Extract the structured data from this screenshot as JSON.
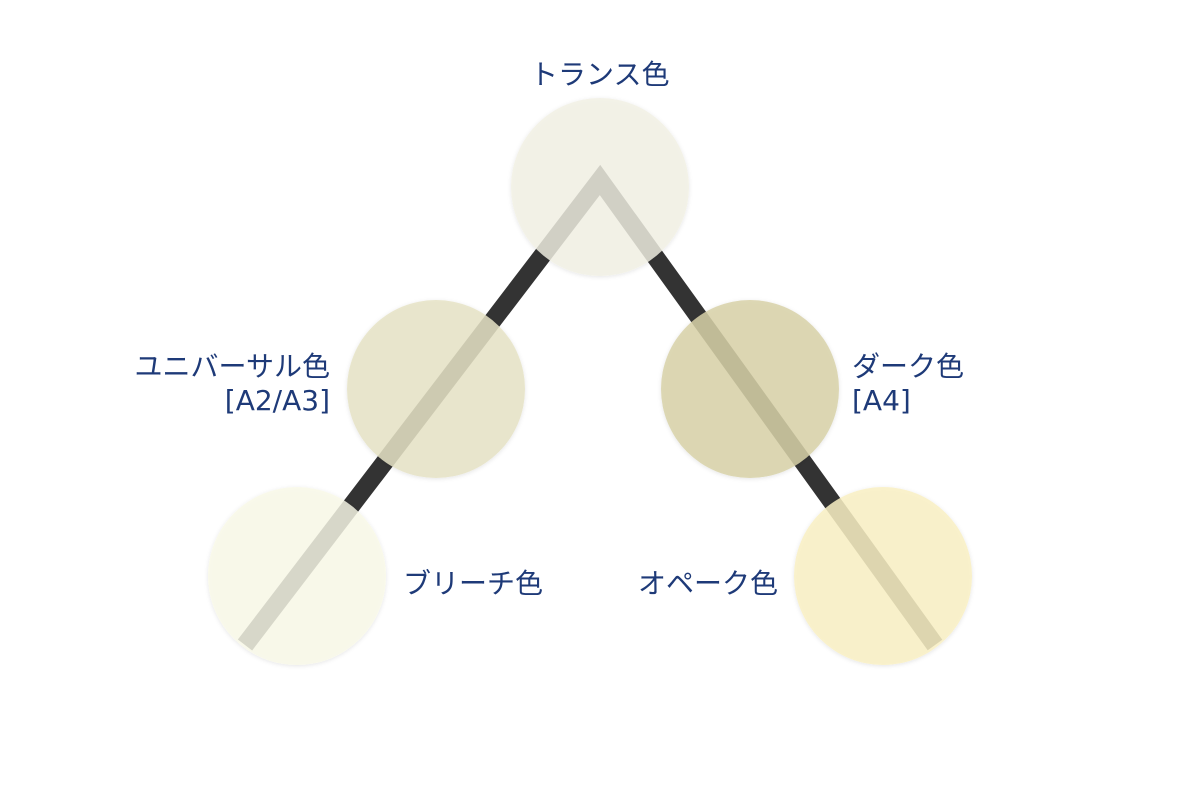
{
  "title": "トランス色",
  "colors": {
    "text": "#1e3a78",
    "line": "#333333",
    "trans": "#f1f0e4",
    "universal": "#e6e3c5",
    "dark": "#d8d1a8",
    "bleach": "#f9f9e8",
    "opaque": "#f9f0c3"
  },
  "labels": {
    "trans": "トランス色",
    "universal": "ユニバーサル色",
    "universal_code": "[A2/A3]",
    "dark": "ダーク色",
    "dark_code": "[A4]",
    "bleach": "ブリーチ色",
    "opaque": "オペーク色"
  }
}
